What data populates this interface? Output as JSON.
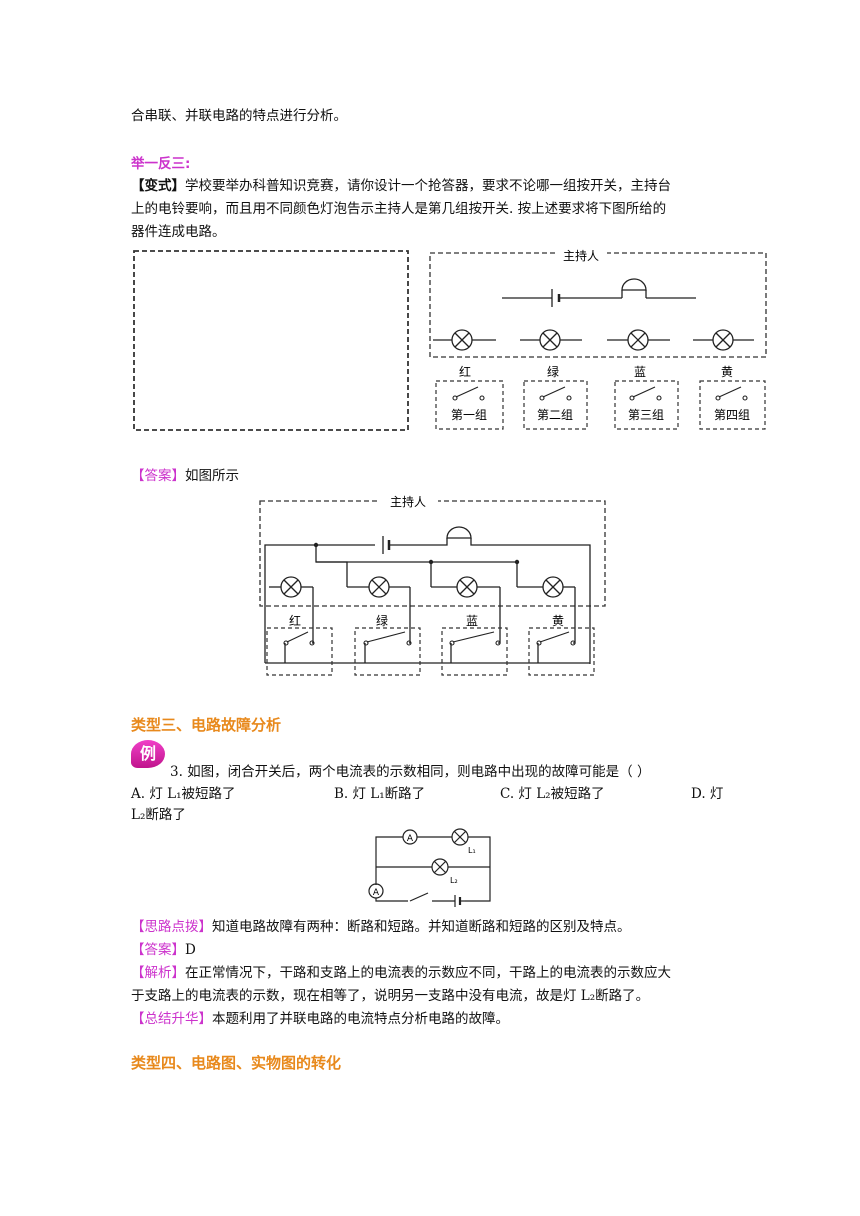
{
  "intro_line": "合串联、并联电路的特点进行分析。",
  "ex3": {
    "heading": "举一反三:",
    "tag": "【变式】",
    "text1": "学校要举办科普知识竞赛，请你设计一个抢答器，要求不论哪一组按开关，主持台",
    "text2": "上的电铃要响，而且用不同颜色灯泡告示主持人是第几组按开关. 按上述要求将下图所给的",
    "text3": "器件连成电路。"
  },
  "diagram": {
    "host": "主持人",
    "colors": [
      "红",
      "绿",
      "蓝",
      "黄"
    ],
    "groups": [
      "第一组",
      "第二组",
      "第三组",
      "第四组"
    ]
  },
  "answer1": {
    "tag": "【答案】",
    "text": "如图所示"
  },
  "section3": {
    "title": "类型三、电路故障分析"
  },
  "example": {
    "badge": "例",
    "question": "3.  如图，闭合开关后，两个电流表的示数相同，则电路中出现的故障可能是（        ）",
    "opt_a": "A. 灯 L₁被短路了",
    "opt_b": "B. 灯 L₁断路了",
    "opt_c": "C. 灯 L₂被短路了",
    "opt_d1": "D. 灯",
    "opt_d2": "L₂断路了"
  },
  "circuit": {
    "meter": "A",
    "l1": "L₁",
    "l2": "L₂"
  },
  "hint": {
    "tag": "【思路点拨】",
    "text": "知道电路故障有两种：断路和短路。并知道断路和短路的区别及特点。"
  },
  "answer2": {
    "tag": "【答案】",
    "text": "D"
  },
  "analysis": {
    "tag": "【解析】",
    "text1": "在正常情况下，干路和支路上的电流表的示数应不同，干路上的电流表的示数应大",
    "text2": "于支路上的电流表的示数，现在相等了，说明另一支路中没有电流，故是灯 L₂断路了。"
  },
  "summary": {
    "tag": "【总结升华】",
    "text": "本题利用了并联电路的电流特点分析电路的故障。"
  },
  "section4": {
    "title": "类型四、电路图、实物图的转化"
  }
}
